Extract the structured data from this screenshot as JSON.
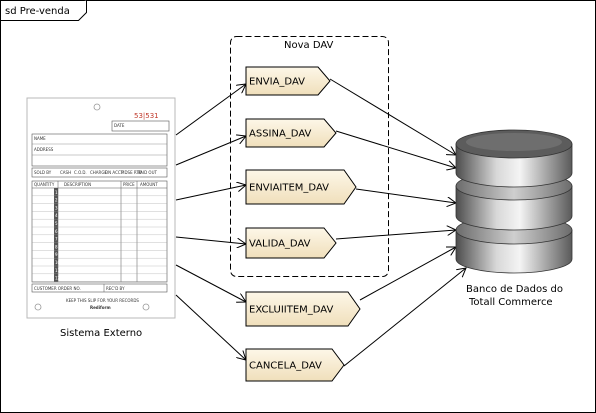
{
  "frame_label": "sd Pre-venda",
  "group_label": "Nova DAV",
  "signals": [
    {
      "label": "ENVIA_DAV"
    },
    {
      "label": "ASSINA_DAV"
    },
    {
      "label": "ENVIAITEM_DAV"
    },
    {
      "label": "VALIDA_DAV"
    },
    {
      "label": "EXCLUIITEM_DAV"
    },
    {
      "label": "CANCELA_DAV"
    }
  ],
  "external_system": {
    "label": "Sistema Externo",
    "form": {
      "number": "53|531",
      "date_label": "DATE",
      "name_label": "NAME",
      "address_label": "ADDRESS",
      "col_headers": [
        "SOLD BY",
        "CASH",
        "C.O.D.",
        "CHARGE",
        "ON ACCT",
        "MDSE RTD",
        "PAID OUT"
      ],
      "item_headers": [
        "QUANTITY",
        "DESCRIPTION",
        "PRICE",
        "AMOUNT"
      ],
      "rows": [
        "1",
        "2",
        "3",
        "4",
        "5",
        "6",
        "7",
        "8",
        "9",
        "10",
        "11",
        "12"
      ],
      "footer_left": "CUSTOMER ORDER NO.",
      "footer_right": "REC'D BY",
      "keep_text": "KEEP THIS SLIP FOR YOUR RECORDS",
      "brand_text": "Rediform"
    }
  },
  "database": {
    "label_line1": "Banco de Dados do",
    "label_line2": "Totall Commerce"
  }
}
